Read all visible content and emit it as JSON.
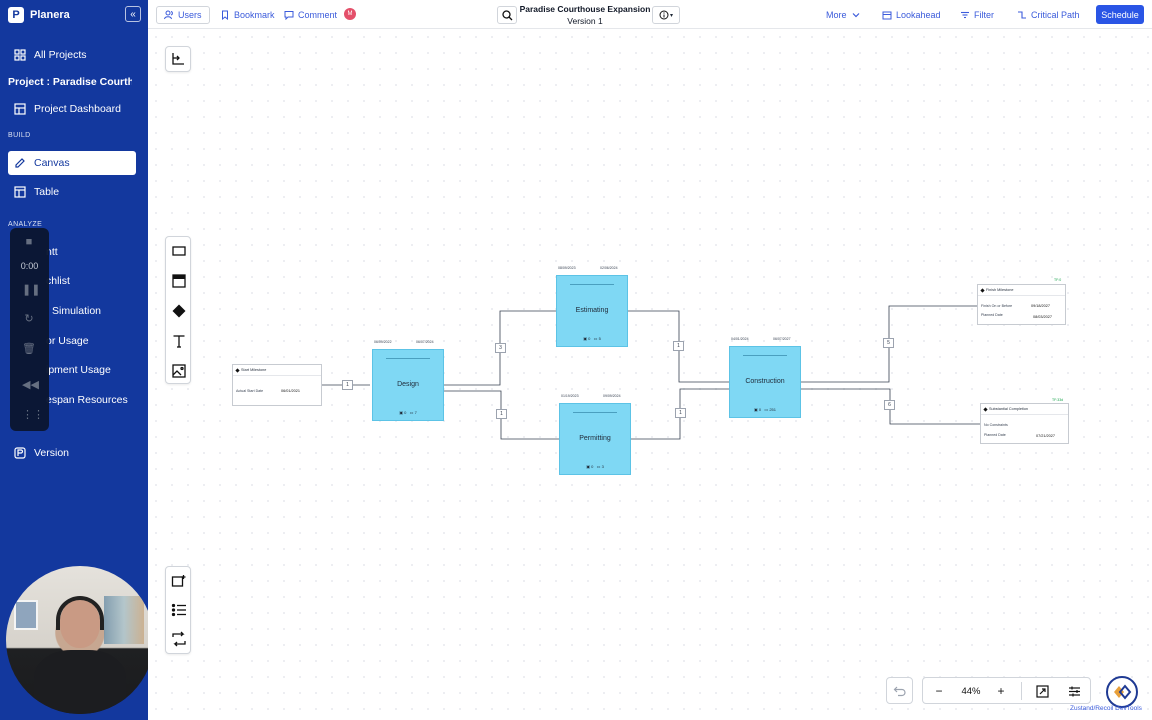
{
  "app": {
    "name": "Planera",
    "logo_letter": "P"
  },
  "sidebar": {
    "all_projects": "All Projects",
    "project_name": "Project : Paradise Courth...",
    "project_dashboard": "Project Dashboard",
    "build_label": "BUILD",
    "canvas": "Canvas",
    "table": "Table",
    "analyze_label": "ANALYZE",
    "items_partial": [
      "ntt",
      "chlist",
      "Simulation",
      "or Usage",
      "ipment Usage",
      "espan Resources"
    ],
    "version": "Version"
  },
  "recorder": {
    "time": "0:00"
  },
  "topbar": {
    "users": "Users",
    "bookmark": "Bookmark",
    "comment": "Comment",
    "avatar_initial": "M",
    "doc_title": "Paradise Courthouse Expansion",
    "doc_version": "Version 1",
    "more": "More",
    "lookahead": "Lookahead",
    "filter": "Filter",
    "critical_path": "Critical Path",
    "schedule": "Schedule"
  },
  "nodes": {
    "start": {
      "title": "Start Milestone",
      "label": "Actual Start Date",
      "value": "06/01/2021"
    },
    "design": {
      "label": "Design",
      "start": "06/09/2022",
      "end": "06/07/2024",
      "c1": "0",
      "c2": "7"
    },
    "estimating": {
      "label": "Estimating",
      "start": "08/09/2023",
      "end": "02/06/2024",
      "c1": "0",
      "c2": "5"
    },
    "permitting": {
      "label": "Permitting",
      "start": "01/19/2023",
      "end": "09/09/2024",
      "c1": "0",
      "c2": "3"
    },
    "construction": {
      "label": "Construction",
      "start": "04/01/2024",
      "end": "06/07/2027",
      "c1": "0",
      "c2": "251"
    },
    "finish": {
      "title": "Finish Milestone",
      "tag": "TF:0",
      "r1": "Finish On or Before",
      "v1": "09/18/2027",
      "r2": "Planned Date",
      "v2": "08/03/2027"
    },
    "substantial": {
      "title": "Substantial Completion",
      "tag": "TF:33d",
      "r1": "No Constraints",
      "r2": "Planned Date",
      "v2": "07/21/2027"
    }
  },
  "lags": {
    "l1": "1",
    "l2": "3",
    "l3": "1",
    "l4": "1",
    "l5": "1",
    "l6": "5",
    "l7": "6"
  },
  "zoom": {
    "level": "44%"
  },
  "devtools": {
    "label": "Zustand/Recoil DevTools"
  }
}
